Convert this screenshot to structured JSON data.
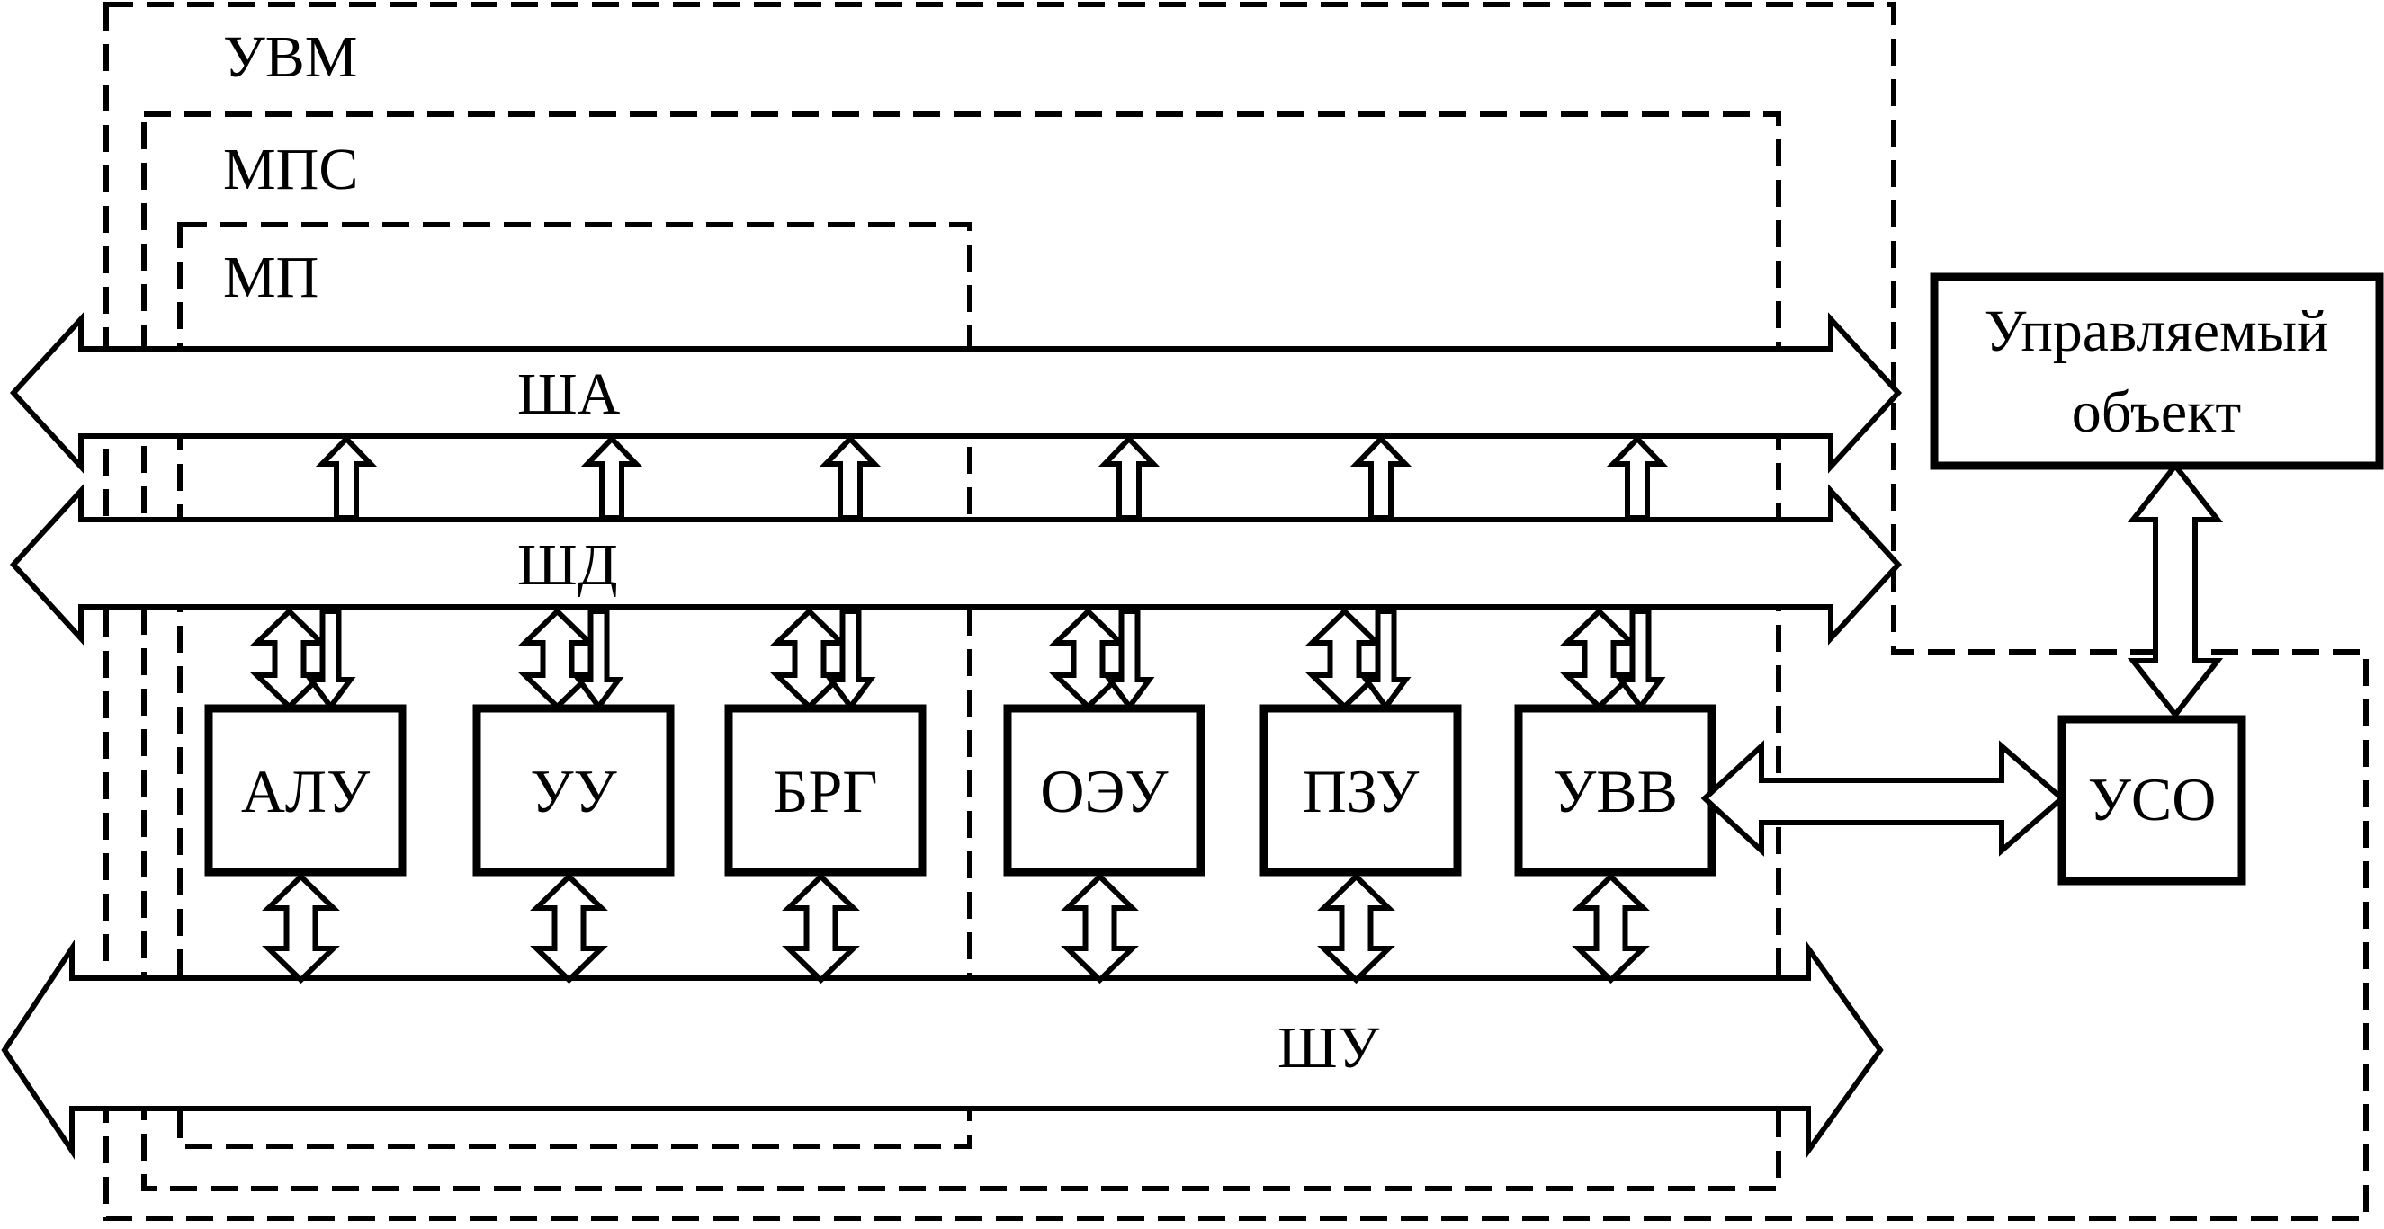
{
  "regions": [
    {
      "id": "uvm",
      "label": "УВМ"
    },
    {
      "id": "mps",
      "label": "МПС"
    },
    {
      "id": "mp",
      "label": "МП"
    }
  ],
  "buses": [
    {
      "id": "sha",
      "label": "ША"
    },
    {
      "id": "shd",
      "label": "ШД"
    },
    {
      "id": "shu",
      "label": "ШУ"
    }
  ],
  "blocks": [
    {
      "id": "alu",
      "label": "АЛУ"
    },
    {
      "id": "uu",
      "label": "УУ"
    },
    {
      "id": "brg",
      "label": "БРГ"
    },
    {
      "id": "oeu",
      "label": "ОЭУ"
    },
    {
      "id": "pzu",
      "label": "ПЗУ"
    },
    {
      "id": "uvv",
      "label": "УВВ"
    }
  ],
  "uso": {
    "label": "УСО"
  },
  "controlled_object": {
    "line1": "Управляемый",
    "line2": "объект"
  },
  "colors": {
    "line": "#000000",
    "background": "#ffffff"
  }
}
